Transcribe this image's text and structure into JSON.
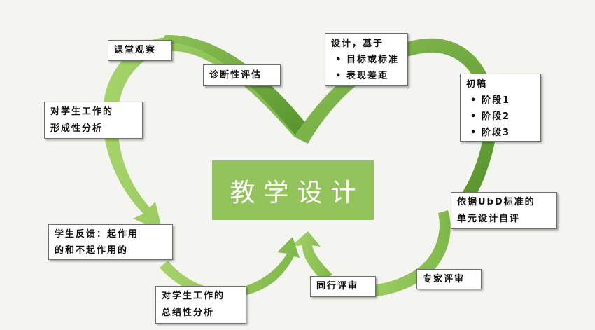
{
  "center_title": "教学设计",
  "nodes": {
    "classroom_observation": "课堂观察",
    "diagnostic_assessment": "诊断性评估",
    "design_based": {
      "title": "设计，基于",
      "items": [
        "目标或标准",
        "表现差距"
      ]
    },
    "draft": {
      "title": "初稿",
      "items": [
        "阶段1",
        "阶段2",
        "阶段3"
      ]
    },
    "ubd_self_review": [
      "依据UbD标准的",
      "单元设计自评"
    ],
    "expert_review": "专家评审",
    "peer_review": "同行评审",
    "summative_analysis": [
      "对学生工作的",
      "总结性分析"
    ],
    "student_feedback": [
      "学生反馈：起作用",
      "的和不起作用的"
    ],
    "formative_analysis": [
      "对学生工作的",
      "形成性分析"
    ]
  },
  "colors": {
    "background": "#f4f5f1",
    "arrow_light": "#92c45b",
    "arrow_dark": "#5f9a2e",
    "center_fill": "#92c45b",
    "center_text": "#ffffff"
  }
}
